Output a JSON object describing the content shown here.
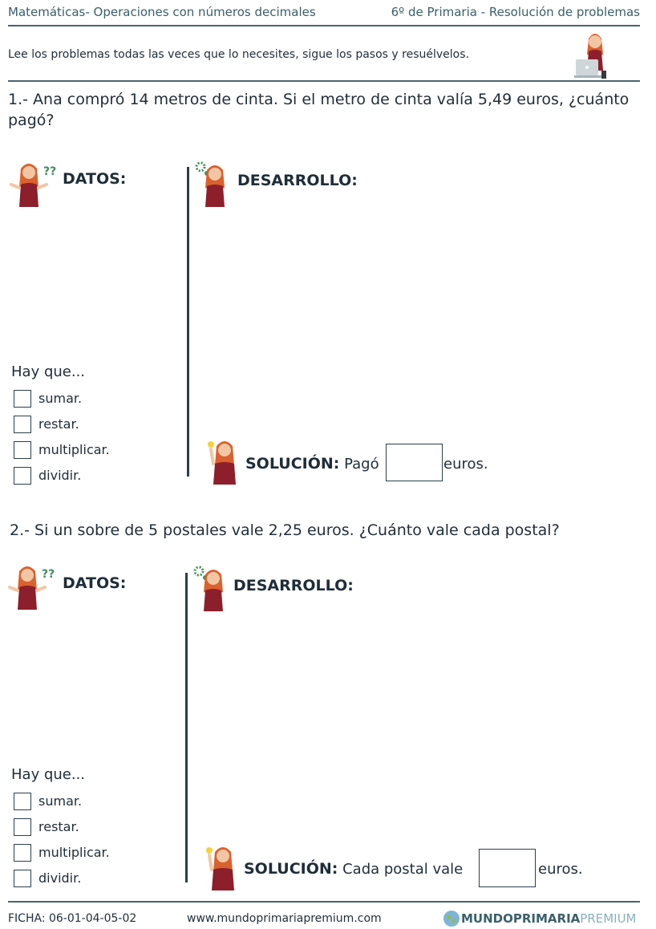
{
  "header": {
    "left": "Matemáticas- Operaciones con números decimales",
    "right": "6º de Primaria - Resolución de problemas"
  },
  "intro": "Lee los problemas todas las veces que lo necesites, sigue los pasos y resuélvelos.",
  "problems": [
    {
      "question": "1.- Ana compró 14 metros de cinta. Si el metro de cinta valía 5,49 euros, ¿cuánto pagó?",
      "datos": "DATOS:",
      "desarrollo": "DESARROLLO:",
      "hay_que": "Hay que...",
      "options": [
        "sumar.",
        "restar.",
        "multiplicar.",
        "dividir."
      ],
      "solucion_label": "SOLUCIÓN:",
      "solucion_pre": "Pagó",
      "solucion_post": "euros."
    },
    {
      "question": "2.- Si un sobre de 5 postales vale 2,25 euros. ¿Cuánto vale cada postal?",
      "datos": "DATOS:",
      "desarrollo": "DESARROLLO:",
      "hay_que": "Hay que...",
      "options": [
        "sumar.",
        "restar.",
        "multiplicar.",
        "dividir."
      ],
      "solucion_label": "SOLUCIÓN:",
      "solucion_pre": "Cada postal vale",
      "solucion_post": "euros."
    }
  ],
  "footer": {
    "ficha": "FICHA: 06-01-04-05-02",
    "url": "www.mundoprimariapremium.com",
    "brand_bold": "MUNDOPRIMARIA",
    "brand_light": "PREMIUM"
  },
  "colors": {
    "accent": "#3a5f6b",
    "hair": "#d9622e",
    "shirt": "#8c1f2b",
    "gear": "#3f8f5a"
  }
}
